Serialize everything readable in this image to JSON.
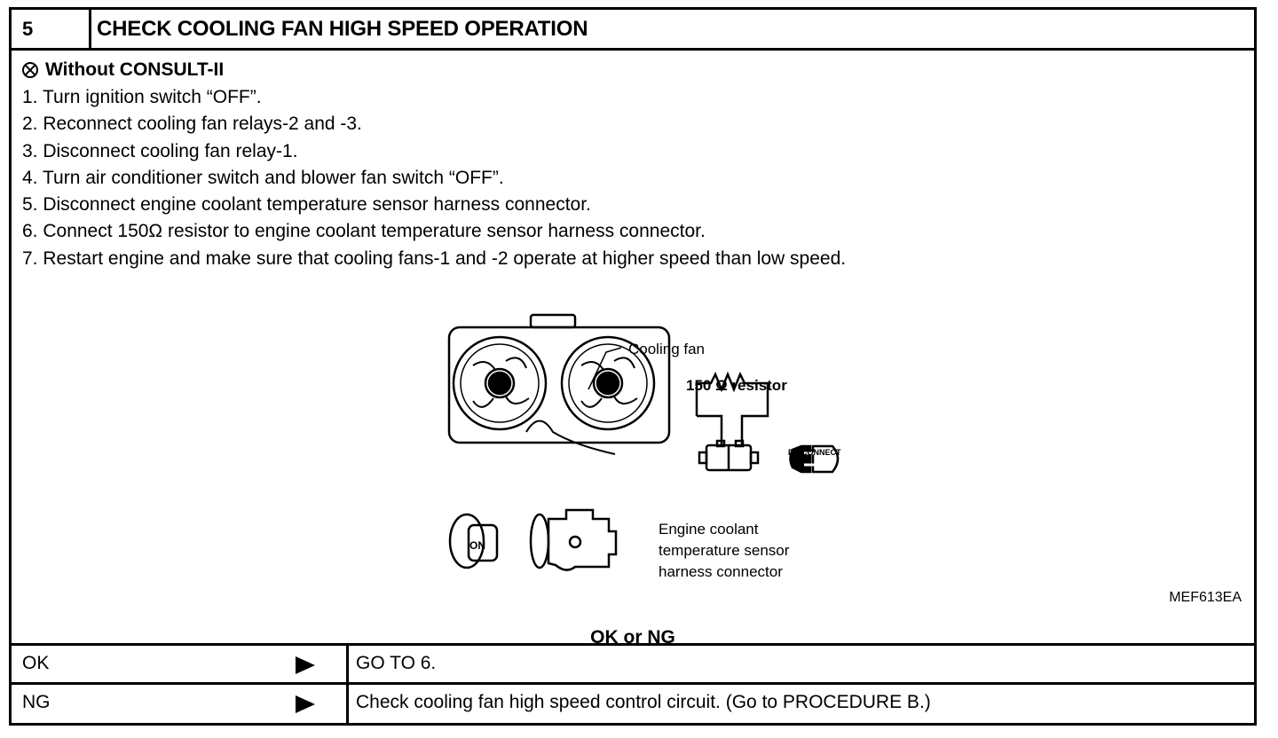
{
  "header": {
    "step_number": "5",
    "title": "CHECK COOLING FAN HIGH SPEED OPERATION"
  },
  "mode": {
    "label": "Without CONSULT-II",
    "icon": "no-consult-icon"
  },
  "steps": [
    "1. Turn ignition switch “OFF”.",
    "2. Reconnect cooling fan relays-2 and -3.",
    "3. Disconnect cooling fan relay-1.",
    "4. Turn air conditioner switch and blower fan switch “OFF”.",
    "5. Disconnect engine coolant temperature sensor harness connector.",
    "6. Connect 150Ω resistor to engine coolant temperature sensor harness connector.",
    "7. Restart engine and make sure that cooling fans-1 and -2 operate at higher speed than low speed."
  ],
  "figure": {
    "label_cooling_fan": "Cooling fan",
    "label_resistor": "150  Ω  resistor",
    "label_disconnect": "DISCONNECT",
    "label_key_on": "ON",
    "label_connector_line1": "Engine coolant",
    "label_connector_line2": "temperature sensor",
    "label_connector_line3": "harness connector",
    "code": "MEF613EA"
  },
  "question": "OK or NG",
  "results": [
    {
      "label": "OK",
      "action": "GO TO 6."
    },
    {
      "label": "NG",
      "action": "Check cooling fan high speed control circuit. (Go to PROCEDURE B.)"
    }
  ]
}
